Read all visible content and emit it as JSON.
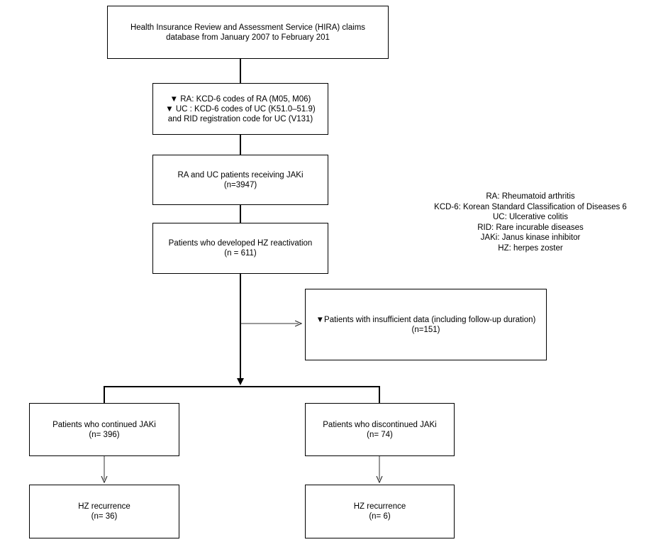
{
  "source_box": {
    "line1": "Health Insurance Review and Assessment Service (HIRA) claims",
    "line2": "database from January 2007 to February 201"
  },
  "criteria_box": {
    "line1": "▼ RA: KCD-6 codes of RA (M05, M06)",
    "line2": "▼ UC : KCD-6 codes of UC (K51.0–51.9)",
    "line3": "and RID registration code for UC (V131)"
  },
  "jaki_box": {
    "line1": "RA and UC patients receiving JAKi",
    "line2": "(n=3947)"
  },
  "hz_box": {
    "line1": "Patients who developed HZ reactivation",
    "line2": "(n = 611)"
  },
  "exclusion_box": {
    "line1": "▼Patients with insufficient data (including follow-up duration)",
    "line2": "(n=151)"
  },
  "continued_box": {
    "line1": "Patients who continued JAKi",
    "line2": "(n= 396)"
  },
  "discontinued_box": {
    "line1": "Patients who discontinued JAKi",
    "line2": "(n= 74)"
  },
  "recurrence_continued_box": {
    "line1": "HZ recurrence",
    "line2": "(n= 36)"
  },
  "recurrence_discontinued_box": {
    "line1": "HZ recurrence",
    "line2": "(n= 6)"
  },
  "legend": [
    "RA: Rheumatoid arthritis",
    "KCD-6: Korean Standard Classification of Diseases 6",
    "UC: Ulcerative colitis",
    "RID: Rare incurable diseases",
    "JAKi: Janus kinase inhibitor",
    "HZ: herpes zoster"
  ],
  "colors": {
    "line": "#000000",
    "thin_line": "#555555",
    "background": "#ffffff"
  }
}
